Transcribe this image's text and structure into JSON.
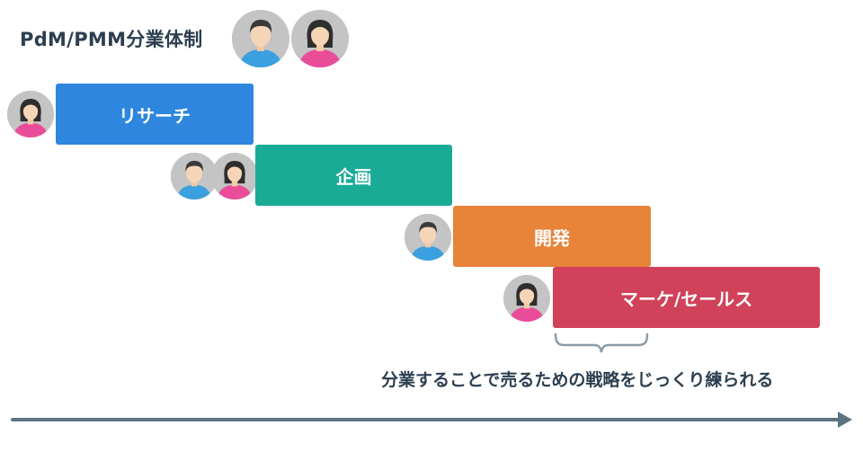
{
  "title": "PdM/PMM分業体制",
  "phases": [
    {
      "label": "リサーチ",
      "color": "#2e86de"
    },
    {
      "label": "企画",
      "color": "#1aab97"
    },
    {
      "label": "開発",
      "color": "#e8833a"
    },
    {
      "label": "マーケ/セールス",
      "color": "#d1425a"
    }
  ],
  "note": "分業することで売るための戦略をじっくり練られる",
  "colors": {
    "male_shirt": "#3aa0e0",
    "female_shirt": "#e94d9a",
    "avatar_bg": "#c4c4c4",
    "arrow": "#5d7381",
    "brace": "#8a9aa6"
  }
}
